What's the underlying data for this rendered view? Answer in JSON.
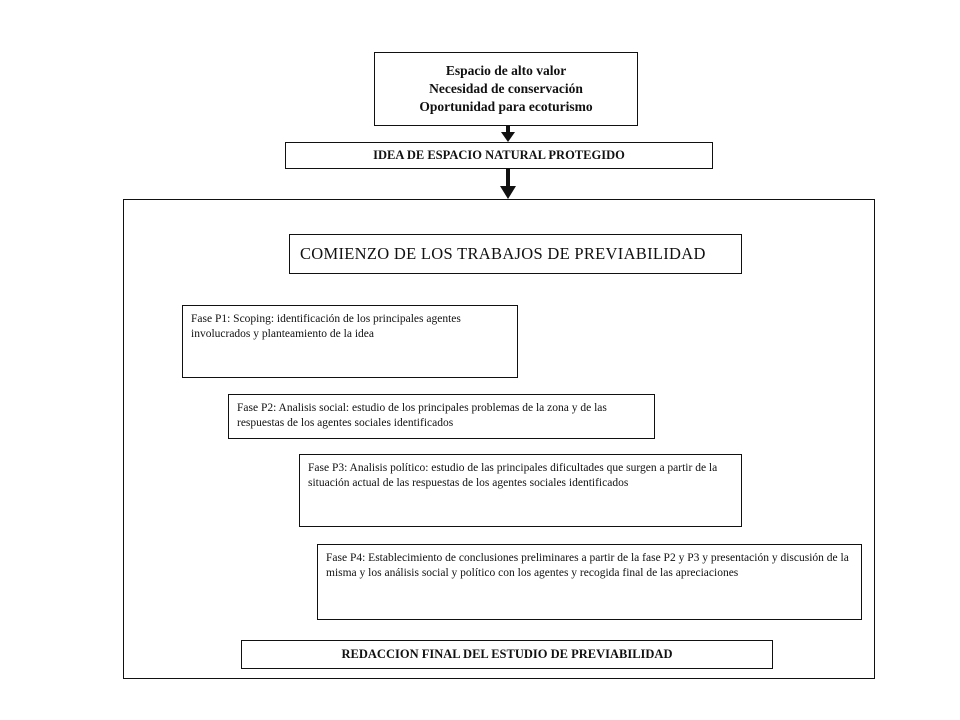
{
  "top_box": {
    "lines": [
      "Espacio de alto valor",
      "Necesidad de conservación",
      "Oportunidad para ecoturismo"
    ]
  },
  "idea_box": {
    "label": "IDEA DE ESPACIO NATURAL PROTEGIDO"
  },
  "start_box": {
    "label": "COMIENZO DE LOS TRABAJOS DE PREVIABILIDAD"
  },
  "phases": [
    {
      "text": "Fase P1: Scoping: identificación de los principales agentes involucrados y planteamiento de la idea"
    },
    {
      "text": "Fase P2: Analisis social: estudio de los principales problemas de la zona y de las respuestas de los agentes sociales identificados"
    },
    {
      "text": "Fase P3: Analisis político: estudio de las principales dificultades que surgen a partir de la situación actual de las respuestas de los agentes sociales identificados"
    },
    {
      "text": "Fase P4: Establecimiento de conclusiones preliminares a partir de la fase P2 y P3 y presentación y discusión de la misma y los análisis social y político con los agentes y recogida final de las apreciaciones"
    }
  ],
  "final_box": {
    "label": "REDACCION FINAL DEL ESTUDIO DE PREVIABILIDAD"
  }
}
